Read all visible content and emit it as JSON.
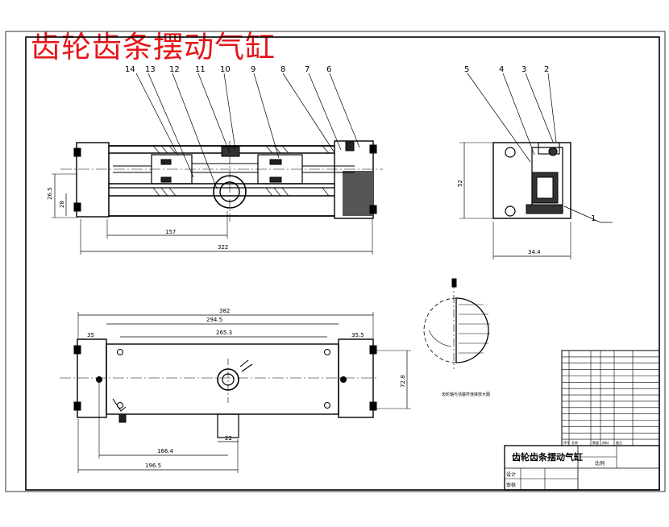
{
  "drawing": {
    "title": "齿轮齿条摆动气缸",
    "part_callouts": [
      "1",
      "2",
      "3",
      "4",
      "5",
      "6",
      "7",
      "8",
      "9",
      "10",
      "11",
      "12",
      "13",
      "14"
    ],
    "dimensions": {
      "front_total": "322",
      "front_inner": "157",
      "front_height": "26.5",
      "front_pitch": "28",
      "side_height": "52",
      "side_width": "34.4",
      "plan_total": "382",
      "plan_span": "294.5",
      "plan_inner": "265.3",
      "plan_left_end": "35",
      "plan_right_end": "35.5",
      "plan_height": "72.8",
      "plan_shaft": "22",
      "plan_bottom_1": "166.4",
      "plan_bottom_2": "196.5"
    },
    "detail_label": "齿轮轴与活塞杆连接放大图"
  },
  "title_block": {
    "name": "齿轮齿条摆动气缸",
    "row_design": "设计",
    "row_check": "审核",
    "scale_label": "比例"
  },
  "parts_list": {
    "header": [
      "序号",
      "名称",
      "数量",
      "材料",
      "备注"
    ]
  },
  "colors": {
    "title": "#e4161a",
    "line": "#000000"
  }
}
